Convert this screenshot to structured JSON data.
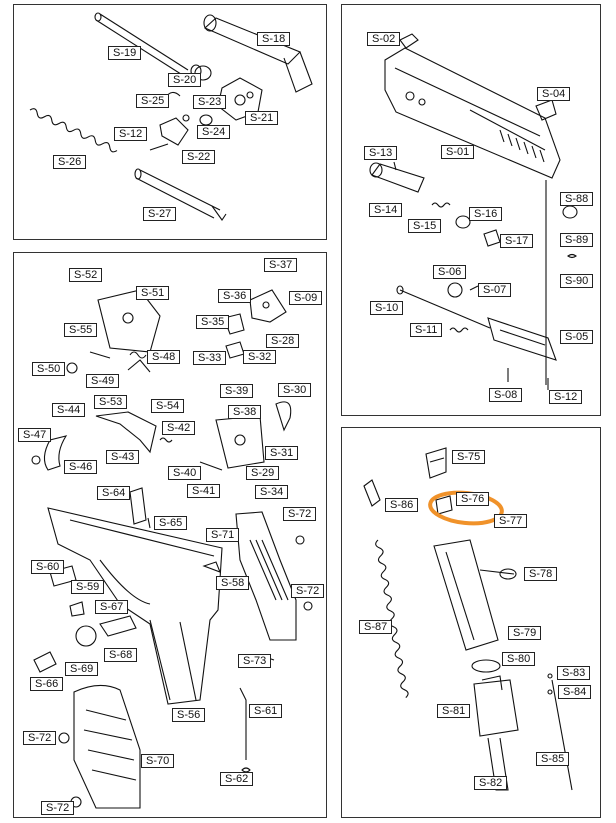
{
  "highlight_color": "#f0922a",
  "panels": [
    {
      "id": "barrel-spring-panel"
    },
    {
      "id": "slide-panel"
    },
    {
      "id": "frame-panel"
    },
    {
      "id": "magazine-panel"
    }
  ],
  "labels": {
    "s01": "S-01",
    "s02": "S-02",
    "s04": "S-04",
    "s05": "S-05",
    "s06": "S-06",
    "s07": "S-07",
    "s08": "S-08",
    "s09": "S-09",
    "s10": "S-10",
    "s11": "S-11",
    "s12a": "S-12",
    "s12b": "S-12",
    "s13": "S-13",
    "s14": "S-14",
    "s15": "S-15",
    "s16": "S-16",
    "s17": "S-17",
    "s18": "S-18",
    "s19": "S-19",
    "s20": "S-20",
    "s21": "S-21",
    "s22": "S-22",
    "s23": "S-23",
    "s24": "S-24",
    "s25": "S-25",
    "s26": "S-26",
    "s27": "S-27",
    "s28": "S-28",
    "s29": "S-29",
    "s30": "S-30",
    "s31": "S-31",
    "s32": "S-32",
    "s33": "S-33",
    "s34": "S-34",
    "s35": "S-35",
    "s36": "S-36",
    "s37": "S-37",
    "s38": "S-38",
    "s39": "S-39",
    "s40": "S-40",
    "s41": "S-41",
    "s42": "S-42",
    "s43": "S-43",
    "s44": "S-44",
    "s46": "S-46",
    "s47": "S-47",
    "s48": "S-48",
    "s49": "S-49",
    "s50": "S-50",
    "s51": "S-51",
    "s52": "S-52",
    "s53": "S-53",
    "s54": "S-54",
    "s55": "S-55",
    "s56": "S-56",
    "s58": "S-58",
    "s59": "S-59",
    "s60": "S-60",
    "s61": "S-61",
    "s62": "S-62",
    "s64": "S-64",
    "s65": "S-65",
    "s66": "S-66",
    "s67": "S-67",
    "s68": "S-68",
    "s69": "S-69",
    "s70": "S-70",
    "s71": "S-71",
    "s72a": "S-72",
    "s72b": "S-72",
    "s72c": "S-72",
    "s72d": "S-72",
    "s73": "S-73",
    "s75": "S-75",
    "s76": "S-76",
    "s77": "S-77",
    "s78": "S-78",
    "s79": "S-79",
    "s80": "S-80",
    "s81": "S-81",
    "s82": "S-82",
    "s83": "S-83",
    "s84": "S-84",
    "s85": "S-85",
    "s86": "S-86",
    "s87": "S-87",
    "s88": "S-88",
    "s89": "S-89",
    "s90": "S-90"
  }
}
